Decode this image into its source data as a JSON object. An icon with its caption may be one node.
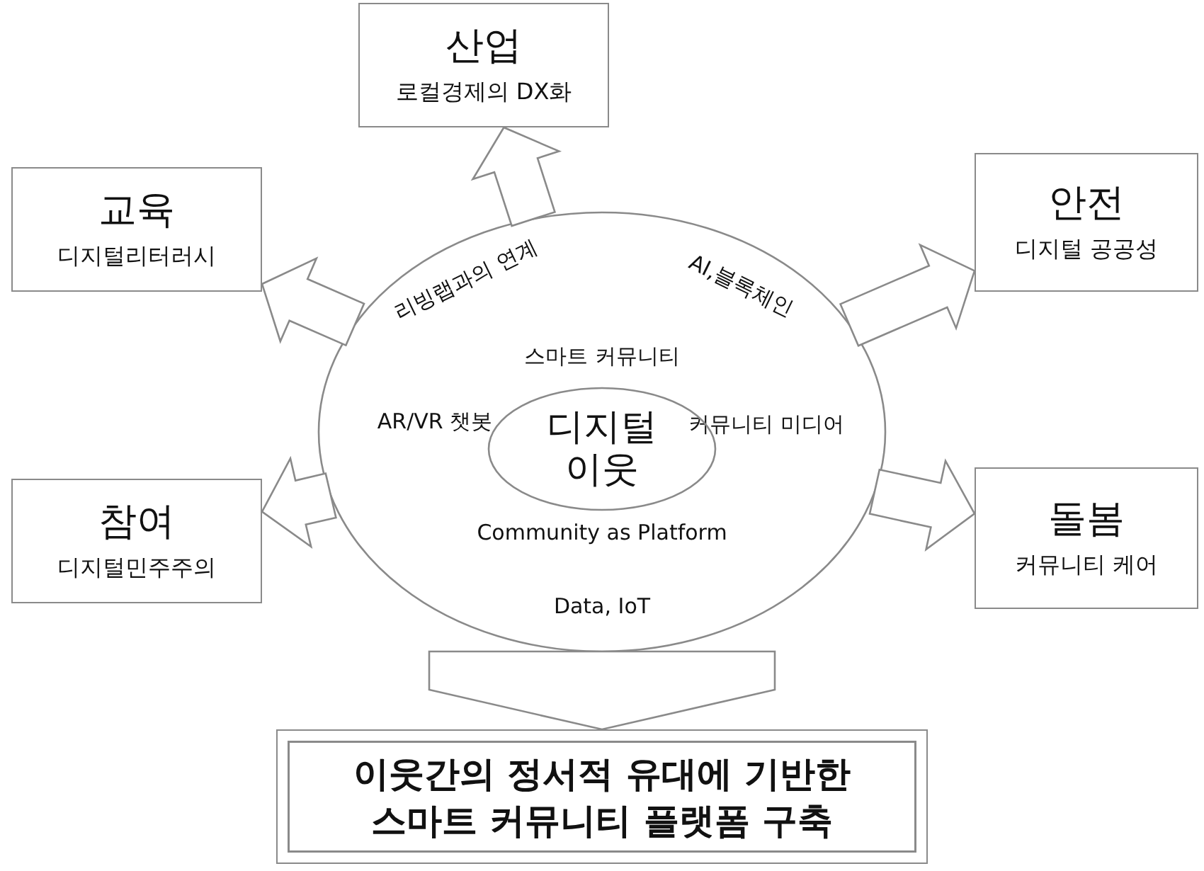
{
  "diagram": {
    "nodes": [
      {
        "text": [
          "산업",
          "로컬경제의 DX화"
        ]
      },
      {
        "text": [
          "교육",
          "디지털리터러시"
        ]
      },
      {
        "text": [
          "안전",
          "디지털 공공성"
        ]
      },
      {
        "text": [
          "리빙랩과의 연계",
          "AI,블록체인",
          "스마트 커뮤니티",
          "AR/VR 챗봇",
          "커뮤니티 미디어",
          "Community as Platform",
          "Data, IoT"
        ]
      },
      {
        "text": [
          "디지털 이웃"
        ],
        "in": 3
      },
      {
        "text": [
          "참여",
          "디지털민주주의"
        ]
      },
      {
        "text": [
          "돌봄",
          "커뮤니티 케어"
        ]
      },
      {
        "text": [
          "이웃간의 정서적 유대에 기반한 스마트 커뮤니티 플랫폼 구축"
        ]
      }
    ],
    "edges": [
      {
        "from": 3,
        "to": 0,
        "arrow": "to"
      },
      {
        "from": 3,
        "to": 1,
        "arrow": "to"
      },
      {
        "from": 3,
        "to": 2,
        "arrow": "to"
      },
      {
        "from": 3,
        "to": 5,
        "arrow": "to"
      },
      {
        "from": 3,
        "to": 6,
        "arrow": "to"
      },
      {
        "from": 3,
        "to": 7,
        "arrow": "to"
      }
    ]
  }
}
